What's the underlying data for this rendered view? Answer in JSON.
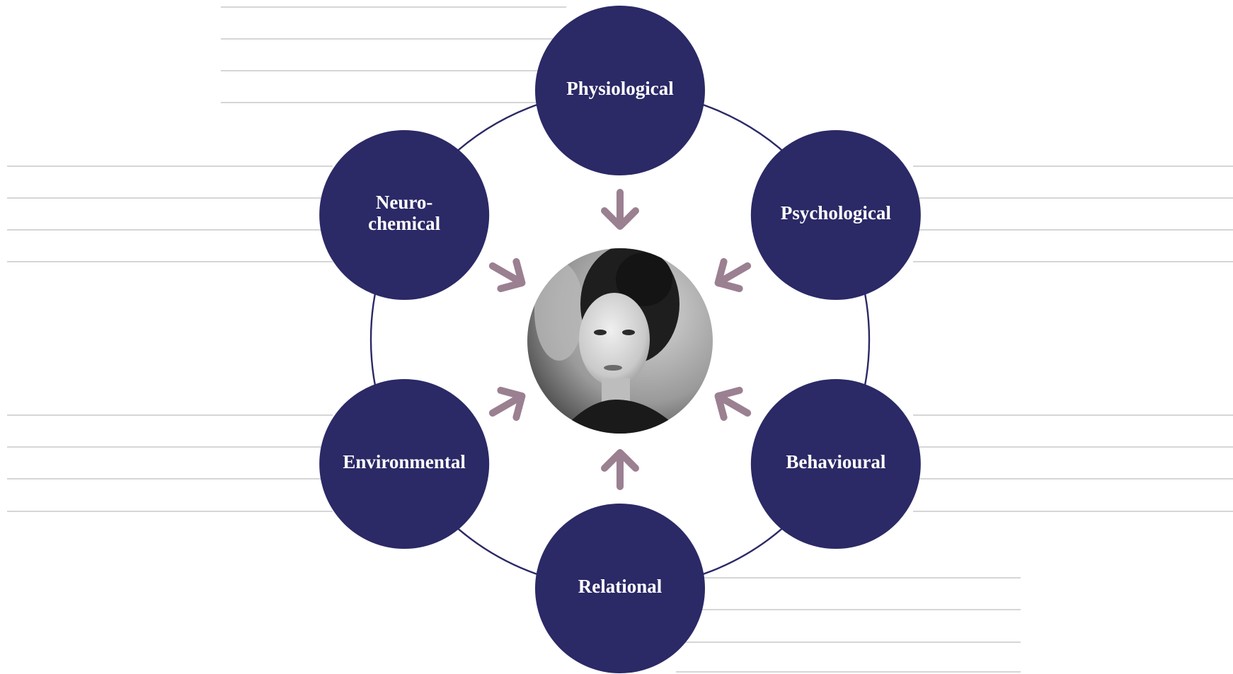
{
  "colors": {
    "node_fill": "#2b2966",
    "ring_stroke": "#2b2966",
    "arrow": "#9a8091",
    "guide_lines": "#c9c9c9",
    "label_text": "#ffffff"
  },
  "center": {
    "image": "grayscale portrait photo",
    "icon": "portrait-photo"
  },
  "nodes": [
    {
      "id": "physiological",
      "lines": [
        "Physiological"
      ]
    },
    {
      "id": "psychological",
      "lines": [
        "Psychological"
      ]
    },
    {
      "id": "behavioural",
      "lines": [
        "Behavioural"
      ]
    },
    {
      "id": "relational",
      "lines": [
        "Relational"
      ]
    },
    {
      "id": "environmental",
      "lines": [
        "Environmental"
      ]
    },
    {
      "id": "neurochemical",
      "lines": [
        "Neuro-",
        "chemical"
      ]
    }
  ],
  "arrows": {
    "direction": "inward",
    "count": 6
  }
}
